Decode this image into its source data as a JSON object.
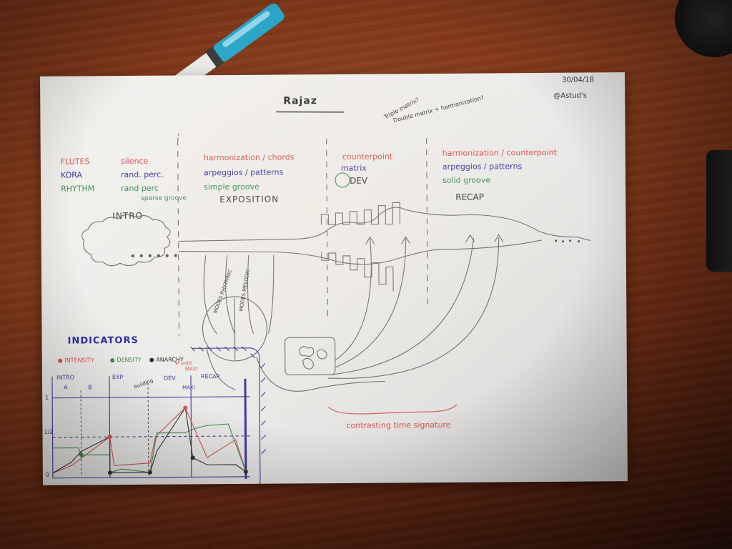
{
  "sheet": {
    "title": "Rajaz",
    "date": "30/04/18",
    "author": "@Astud's",
    "top_note_1": "Triple matrix?",
    "top_note_2": "Double matrix + harmonization?"
  },
  "rows": {
    "labels": [
      "FLUTES",
      "KORA",
      "RHYTHM"
    ],
    "intro": [
      "silence",
      "rand. perc.",
      "rand perc",
      "sparse groove"
    ],
    "exposition": [
      "harmonization / chords",
      "arpeggios / patterns",
      "simple groove"
    ],
    "dev": [
      "counterpoint",
      "matrix"
    ],
    "recap": [
      "harmonization / counterpoint",
      "arpeggios / patterns",
      "solid groove"
    ]
  },
  "sections": {
    "intro": "INTRO",
    "exposition": "EXPOSITION",
    "dev": "DEV",
    "recap": "RECAP"
  },
  "diagram": {
    "modes_rhythmic": "MODES RHYTHMIC",
    "modes_melodic": "MODES MELODIC",
    "contrasting": "contrasting time signature"
  },
  "indicators": {
    "title": "INDICATORS",
    "legend": [
      {
        "name": "INTENSITY",
        "color": "#d9534f"
      },
      {
        "name": "DENSITY",
        "color": "#3a8f55"
      },
      {
        "name": "ANARCHY",
        "color": "#333333"
      }
    ],
    "sections": [
      "INTRO",
      "A",
      "B",
      "EXP",
      "DEV",
      "RECAP"
    ],
    "annotations": [
      "building",
      "MAX!",
      "Ψ until",
      "MAX!"
    ],
    "y_ticks": [
      "1",
      "1/2",
      "0"
    ]
  },
  "colors": {
    "paper": "#ecebe9",
    "red_ink": "#d9534f",
    "blue_ink": "#3d3aa0",
    "green_ink": "#3a8f55",
    "pencil": "#6b6b6b"
  }
}
